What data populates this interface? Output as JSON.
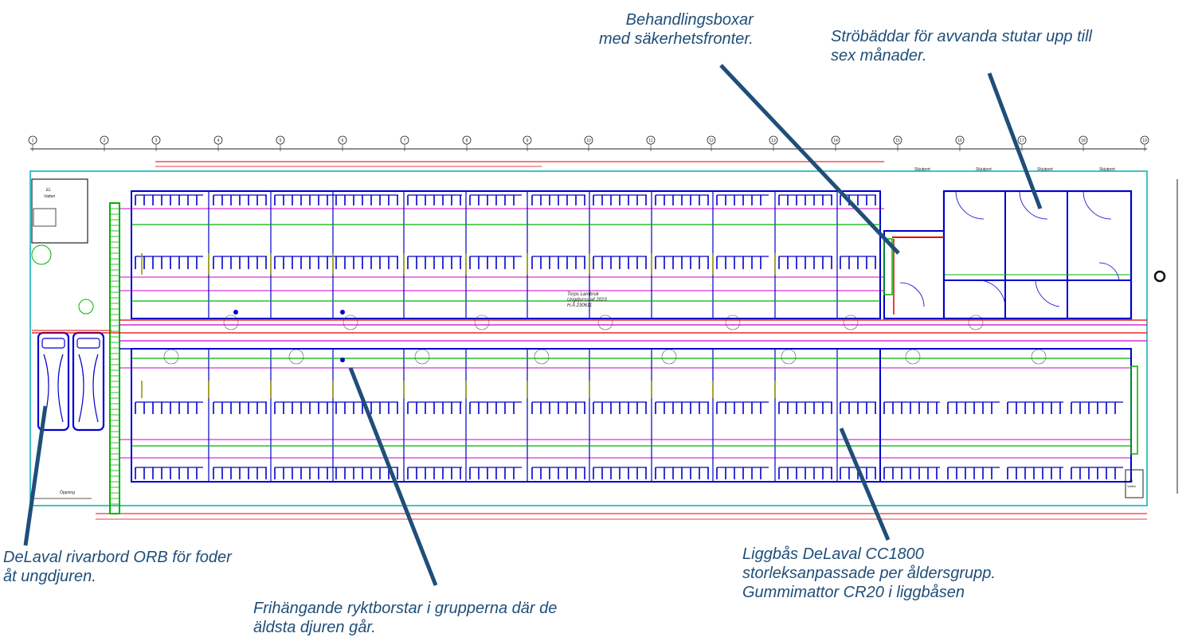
{
  "callouts": {
    "treatment_boxes": {
      "line1": "Behandlingsboxar",
      "line2": "med säkerhetsfronter."
    },
    "straw_beds": {
      "line1": "Ströbäddar för avvanda stutar upp till",
      "line2": "sex månader."
    },
    "feed_table": {
      "line1": "DeLaval rivarbord ORB för foder",
      "line2": "åt ungdjuren."
    },
    "brushes": {
      "line1": "Frihängande ryktborstar i grupperna där de",
      "line2": "äldsta djuren går."
    },
    "cubicles": {
      "line1": "Liggbås DeLaval CC1800",
      "line2": "storleksanpassade per åldersgrupp.",
      "line3": "Gummimattor CR20 i liggbåsen"
    }
  },
  "plan": {
    "title_block": {
      "line1": "Torps Lantbruk",
      "line2": "Ungdjursstall 2023",
      "line3": "H.Å 230611"
    },
    "grid_axes": [
      "1",
      "2",
      "3",
      "4",
      "5",
      "6",
      "7",
      "8",
      "9",
      "10",
      "11",
      "12",
      "13",
      "14",
      "15",
      "16",
      "17",
      "18",
      "19"
    ],
    "room_el_vatten": {
      "line1": "EL",
      "line2": "Vatten"
    },
    "room_el_vatten_right": {
      "line1": "EL",
      "line2": "Vatten"
    },
    "sluice_labels": [
      "Skjutport",
      "Skjutport",
      "Skjutport",
      "Skjutport"
    ],
    "oppning_label": "Öppning",
    "colors": {
      "callout_text": "#1f4e79",
      "leader": "#1f4e79",
      "wall": "#0000cc",
      "green": "#00b300",
      "red": "#e00000",
      "magenta": "#cc00cc",
      "cyan": "#00b0b0",
      "olive": "#999900"
    }
  }
}
